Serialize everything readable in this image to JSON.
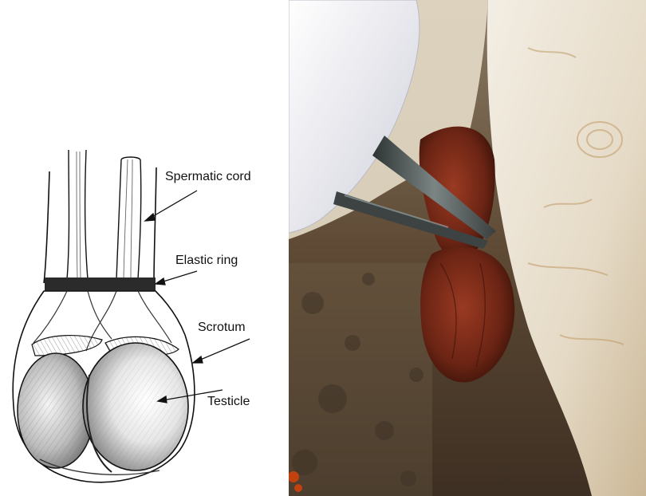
{
  "figure": {
    "labels": {
      "spermatic_cord": "Spermatic cord",
      "elastic_ring": "Elastic ring",
      "scrotum": "Scrotum",
      "testicle": "Testicle"
    },
    "colors": {
      "ink": "#111111",
      "ring": "#2b2b2b",
      "tissue": "#7a2a18",
      "glove": "#ecebf2",
      "fleece": "#e9e1d2",
      "blade": "#5b6362"
    }
  }
}
